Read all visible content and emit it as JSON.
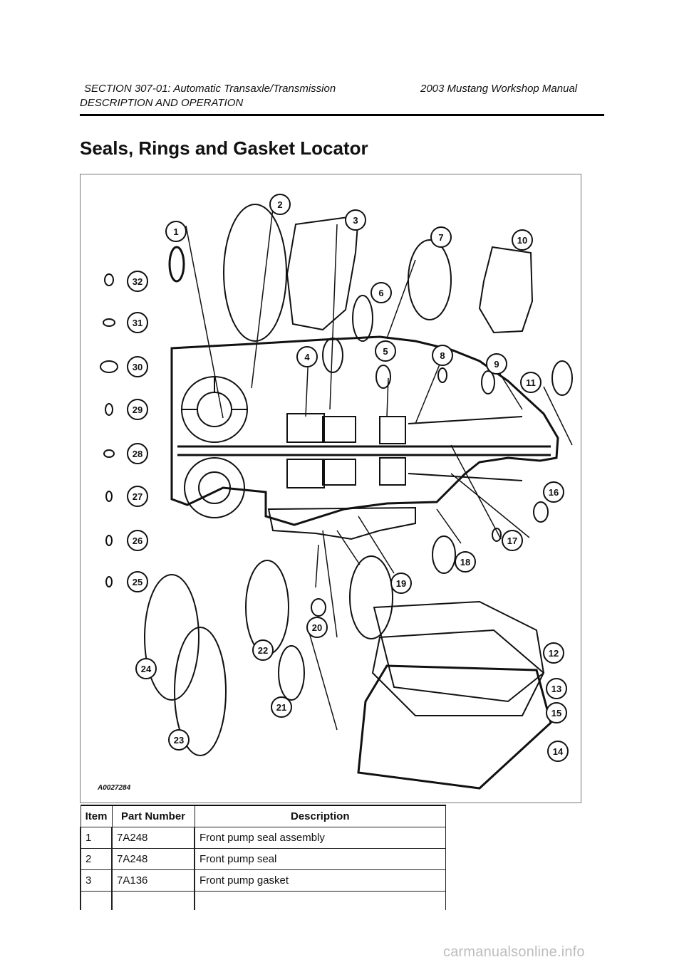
{
  "header": {
    "section": "SECTION 307-01: Automatic Transaxle/Transmission",
    "manual": "2003 Mustang Workshop Manual",
    "subsection": "DESCRIPTION AND OPERATION"
  },
  "page_title": "Seals, Rings and Gasket Locator",
  "figure": {
    "id": "A0027284",
    "callouts": [
      "1",
      "2",
      "3",
      "4",
      "5",
      "6",
      "7",
      "8",
      "9",
      "10",
      "11",
      "12",
      "13",
      "14",
      "15",
      "16",
      "17",
      "18",
      "19",
      "20",
      "21",
      "22",
      "23",
      "24",
      "25",
      "26",
      "27",
      "28",
      "29",
      "30",
      "31",
      "32"
    ]
  },
  "table": {
    "headers": [
      "Item",
      "Part Number",
      "Description"
    ],
    "rows": [
      {
        "item": "1",
        "part": "7A248",
        "desc": "Front pump seal assembly"
      },
      {
        "item": "2",
        "part": "7A248",
        "desc": "Front pump seal"
      },
      {
        "item": "3",
        "part": "7A136",
        "desc": "Front pump gasket"
      }
    ]
  },
  "watermark": "carmanualsonline.info"
}
